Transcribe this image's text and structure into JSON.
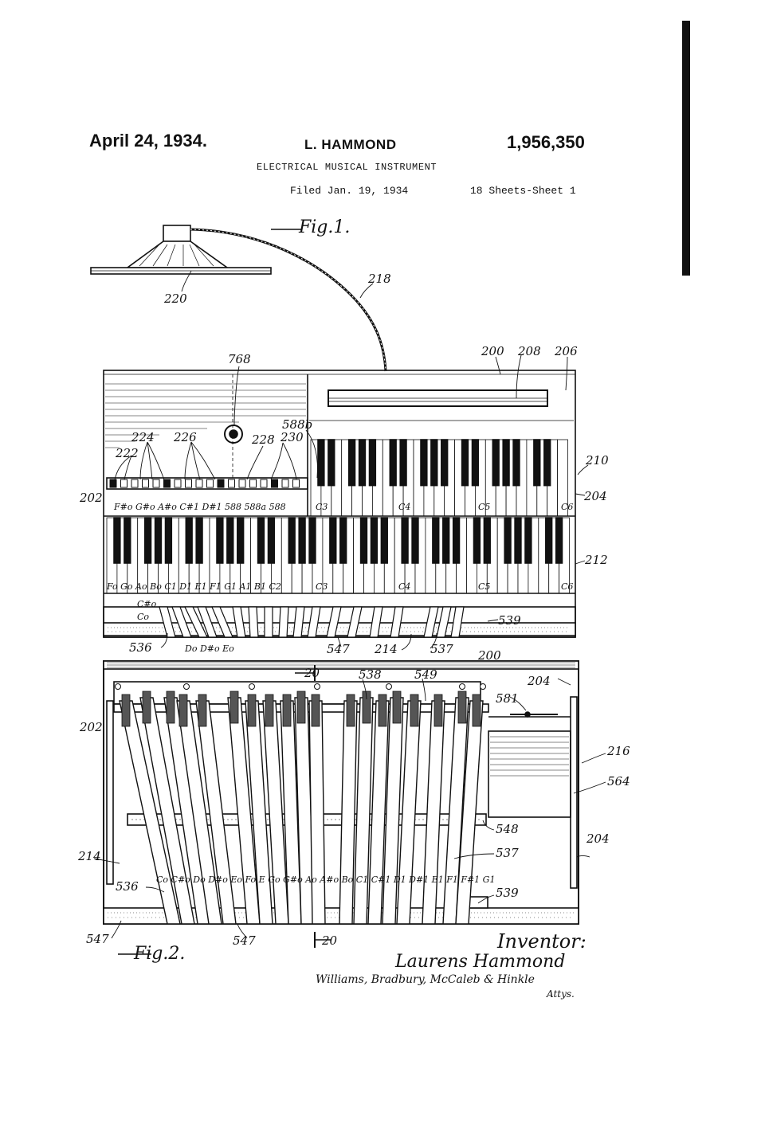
{
  "header": {
    "date": "April 24, 1934.",
    "inventor": "L. HAMMOND",
    "patent_number": "1,956,350",
    "title": "ELECTRICAL MUSICAL INSTRUMENT",
    "filed": "Filed Jan. 19, 1934",
    "sheets": "18 Sheets-Sheet 1"
  },
  "figures": {
    "fig1_label": "Fig.1.",
    "fig2_label": "Fig.2."
  },
  "fig1_refs": {
    "r218": "218",
    "r220": "220",
    "r768": "768",
    "r200": "200",
    "r208": "208",
    "r206": "206",
    "r210": "210",
    "r204": "204",
    "r212": "212",
    "r202": "202",
    "r222": "222",
    "r224": "224",
    "r226": "226",
    "r228": "228",
    "r230": "230",
    "r588b": "588b",
    "r536": "536",
    "r547": "547",
    "r214": "214",
    "r537": "537",
    "r539": "539"
  },
  "fig1_notes": {
    "upper_left": "F#o G#o A#o C#1 D#1 588 588a 588",
    "lower_left": "Fo Go Ao Bo C1 D1 E1 F1 G1 A1 B1 C2",
    "c_sharp": "C#o",
    "c_o": "Co",
    "bottom": "Do D#o Eo",
    "upper_c3": "C3",
    "upper_c4": "C4",
    "upper_c5": "C5",
    "upper_c6": "C6",
    "lower_c3": "C3",
    "lower_c4": "C4",
    "lower_c5": "C5",
    "lower_c6": "C6"
  },
  "fig2_refs": {
    "r20_top": "20",
    "r538": "538",
    "r549": "549",
    "r200": "200",
    "r204": "204",
    "r202": "202",
    "r581": "581",
    "r216": "216",
    "r564": "564",
    "r548": "548",
    "r214": "214",
    "r537": "537",
    "r204b": "204",
    "r536": "536",
    "r539": "539",
    "r547a": "547",
    "r547b": "547",
    "r20_bottom": "20"
  },
  "fig2_notes": "Co C#o Do D#o Eo Fo E Go G#o Ao A#o Bo C1 C#1 D1 D#1 E1 F1 F#1 G1",
  "signature": {
    "label": "Inventor:",
    "name": "Laurens Hammond",
    "attorneys": "Williams, Bradbury, McCaleb & Hinkle",
    "attys": "Attys."
  }
}
